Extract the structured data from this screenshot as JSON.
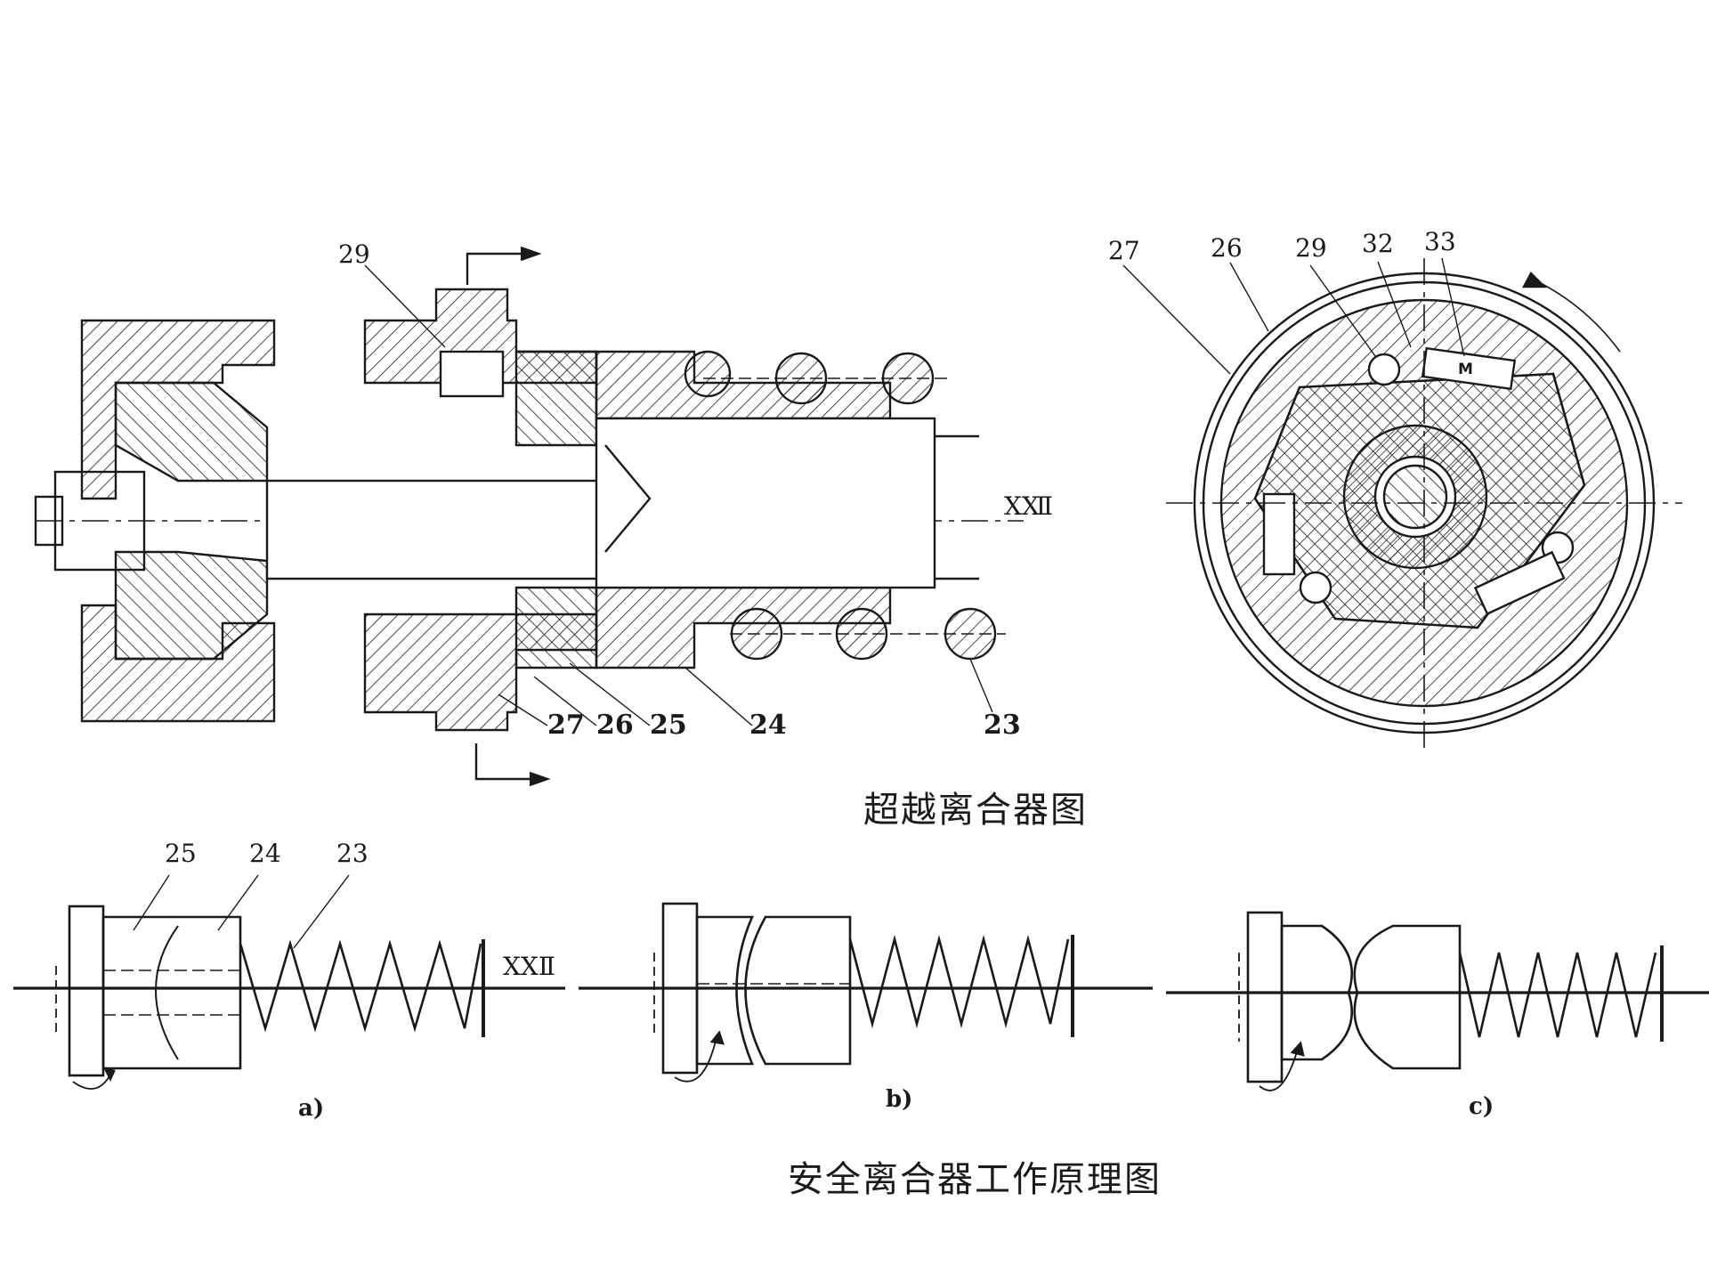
{
  "captions": {
    "overrunning_clutch": "超越离合器图",
    "safety_clutch": "安全离合器工作原理图"
  },
  "section_view": {
    "labels": [
      "29",
      "27",
      "26",
      "25",
      "24",
      "23"
    ],
    "shaft_mark": "XⅫ"
  },
  "end_view": {
    "labels": [
      "27",
      "26",
      "29",
      "32",
      "33"
    ],
    "spring_engraving": "M"
  },
  "principle_views": {
    "labels": [
      "25",
      "24",
      "23"
    ],
    "shaft_mark": "XXⅡ",
    "sub_labels": [
      "a)",
      "b)",
      "c)"
    ]
  }
}
